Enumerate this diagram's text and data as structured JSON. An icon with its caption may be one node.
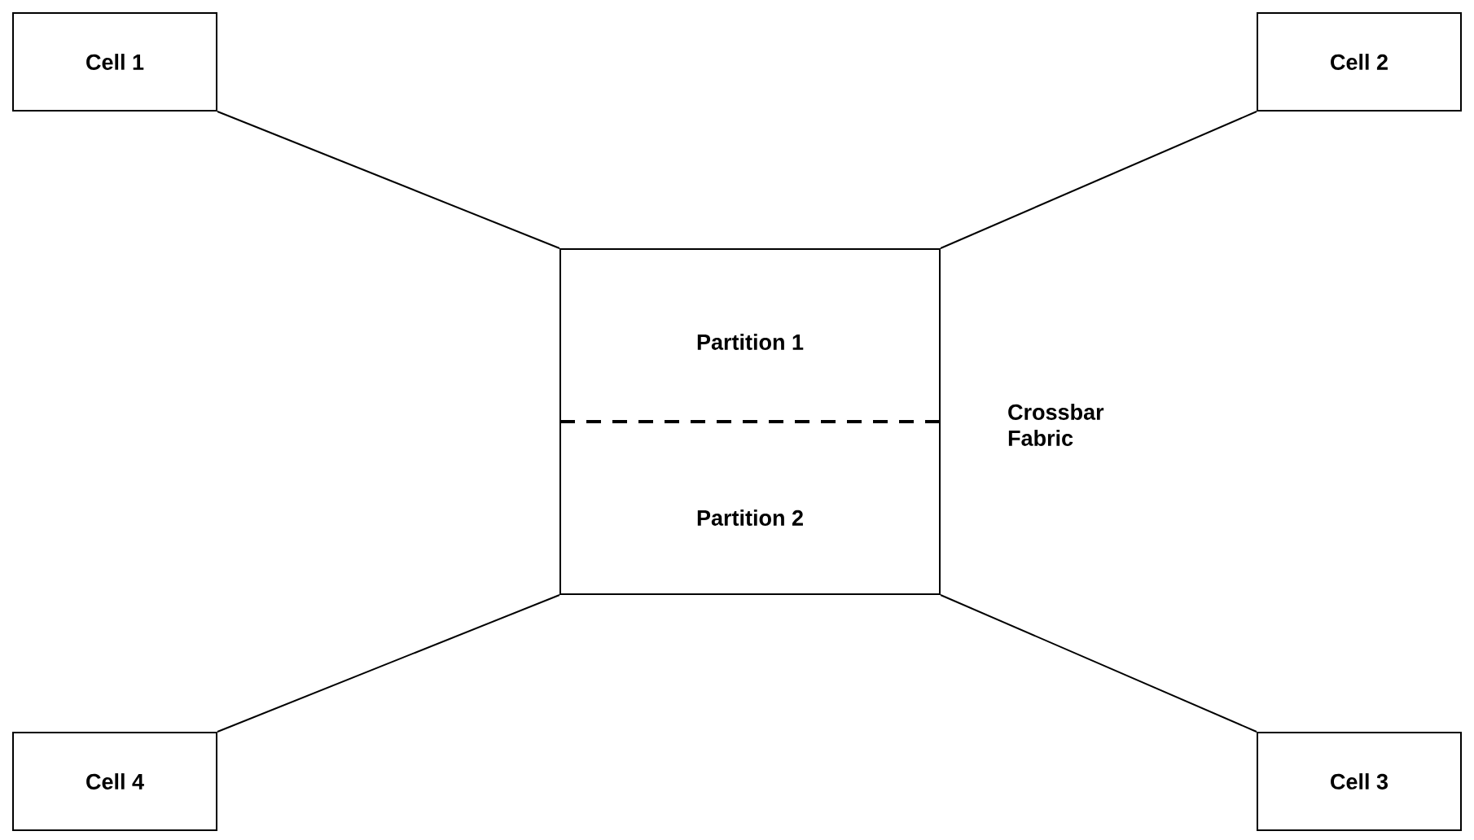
{
  "diagram": {
    "nodes": [
      {
        "text": [
          "Cell 1"
        ]
      },
      {
        "text": [
          "Cell 2"
        ]
      },
      {
        "text": [
          "Partition 1",
          "Partition 2"
        ],
        "beside": [
          "Crossbar Fabric"
        ]
      },
      {
        "text": [
          "Cell 4"
        ]
      },
      {
        "text": [
          "Cell 3"
        ]
      }
    ],
    "edges": [
      {
        "from": 0,
        "to": 2,
        "arrow": "none"
      },
      {
        "from": 1,
        "to": 2,
        "arrow": "none"
      },
      {
        "from": 3,
        "to": 2,
        "arrow": "none"
      },
      {
        "from": 4,
        "to": 2,
        "arrow": "none"
      }
    ]
  }
}
